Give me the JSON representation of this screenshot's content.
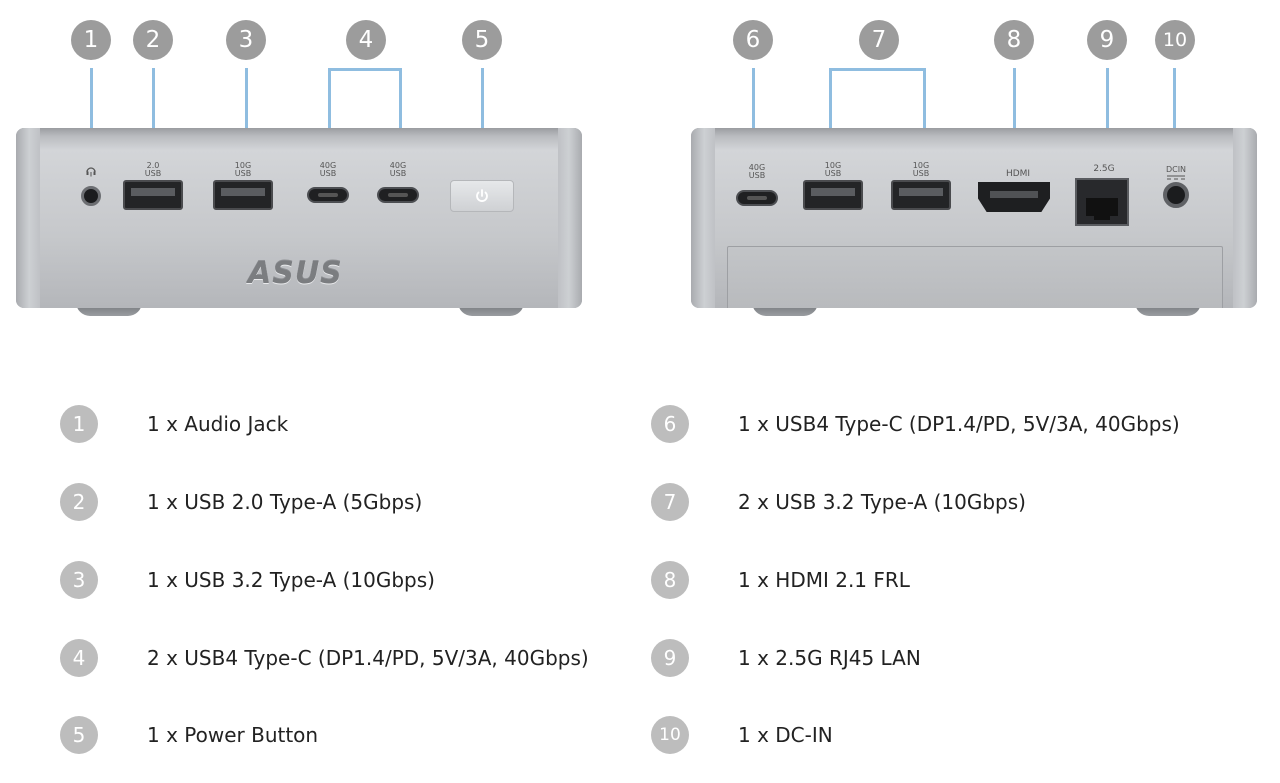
{
  "callouts": [
    "1",
    "2",
    "3",
    "4",
    "5",
    "6",
    "7",
    "8",
    "9",
    "10"
  ],
  "front_panel": {
    "logo": "ASUS",
    "port_labels": {
      "usb2": [
        "2.0",
        "USB"
      ],
      "usb10g": [
        "10G",
        "USB"
      ],
      "usb40g_a": [
        "40G",
        "USB"
      ],
      "usb40g_b": [
        "40G",
        "USB"
      ]
    }
  },
  "rear_panel": {
    "port_labels": {
      "usb40g": [
        "40G",
        "USB"
      ],
      "usb10g_a": [
        "10G",
        "USB"
      ],
      "usb10g_b": [
        "10G",
        "USB"
      ],
      "hdmi": "HDMI",
      "lan": "2.5G",
      "dcin": "DCIN"
    }
  },
  "legend": [
    {
      "num": "1",
      "text": "1 x Audio Jack"
    },
    {
      "num": "2",
      "text": "1 x USB 2.0 Type-A (5Gbps)"
    },
    {
      "num": "3",
      "text": "1 x USB 3.2 Type-A (10Gbps)"
    },
    {
      "num": "4",
      "text": "2 x USB4 Type-C (DP1.4/PD, 5V/3A, 40Gbps)"
    },
    {
      "num": "5",
      "text": "1 x Power Button"
    },
    {
      "num": "6",
      "text": "1 x USB4 Type-C (DP1.4/PD, 5V/3A, 40Gbps)"
    },
    {
      "num": "7",
      "text": "2 x USB 3.2 Type-A (10Gbps)"
    },
    {
      "num": "8",
      "text": "1 x HDMI 2.1 FRL"
    },
    {
      "num": "9",
      "text": "1 x 2.5G RJ45 LAN"
    },
    {
      "num": "10",
      "text": "1 x DC-IN"
    }
  ],
  "colors": {
    "callout_circle": "#9c9c9c",
    "legend_circle": "#bdbdbd",
    "callout_line": "#8fbde0"
  }
}
